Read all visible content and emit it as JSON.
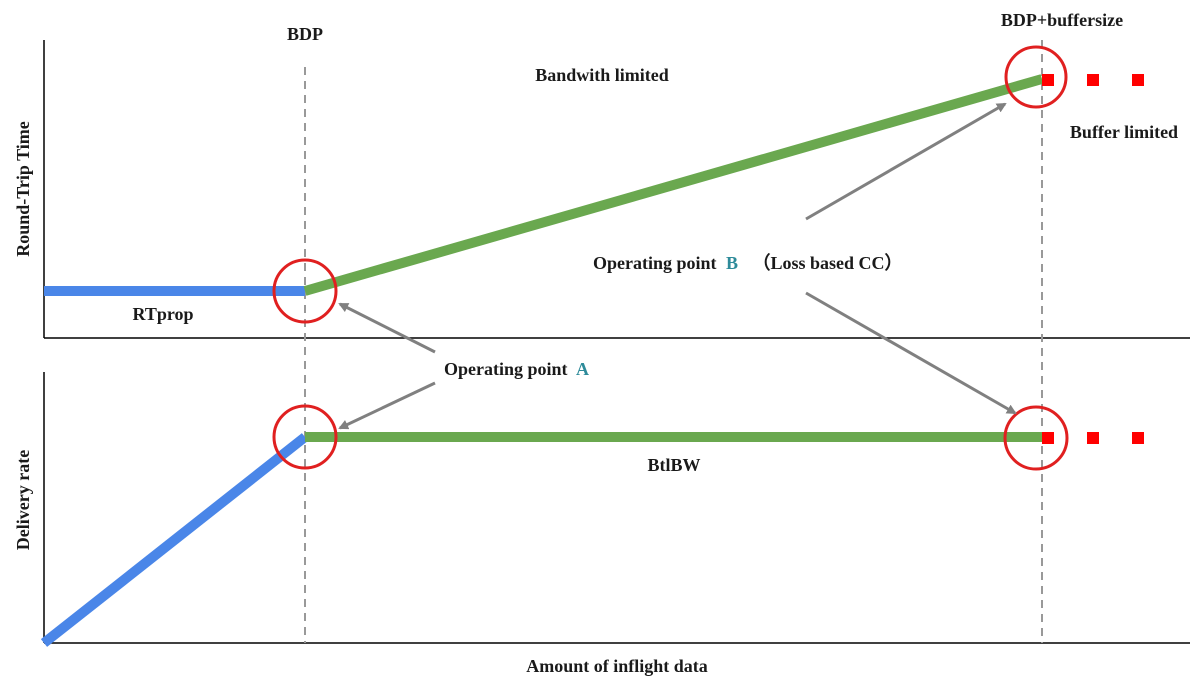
{
  "labels": {
    "bdp": "BDP",
    "bdp_buffer": "BDP+buffersize",
    "bandwidth_limited": "Bandwith limited",
    "buffer_limited": "Buffer limited",
    "rtt_axis": "Round-Trip Time",
    "delivery_axis": "Delivery rate",
    "x_axis": "Amount of inflight data",
    "rtprop": "RTprop",
    "btlbw": "BtlBW",
    "op_a_prefix": "Operating point",
    "op_a_letter": "A",
    "op_b_prefix": "Operating point",
    "op_b_letter": "B",
    "op_b_suffix": "（Loss based CC）"
  },
  "colors": {
    "app_limited": "#4a86e8",
    "bandwidth_limited": "#6aa84f",
    "buffer_limited": "#ff0000",
    "circle": "#e02020",
    "arrow": "#808080",
    "dashed": "#999999",
    "letter_accent": "#2e8b9a"
  }
}
